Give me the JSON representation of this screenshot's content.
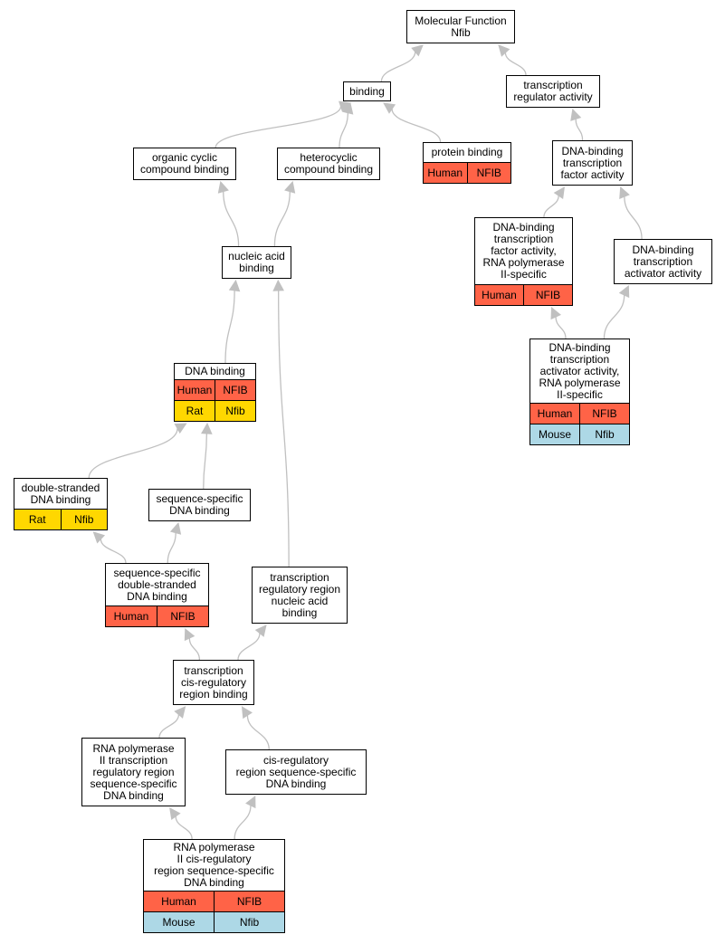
{
  "colors": {
    "Human": "#ff6347",
    "Rat": "#ffd700",
    "Mouse": "#add8e6",
    "edge": "#c0c0c0",
    "node_border": "#000000"
  },
  "nodes": [
    {
      "id": "mf",
      "label": "Molecular Function\nNfib",
      "rows": []
    },
    {
      "id": "binding",
      "label": "binding",
      "rows": []
    },
    {
      "id": "tra",
      "label": "transcription\nregulator activity",
      "rows": []
    },
    {
      "id": "ocb",
      "label": "organic cyclic\ncompound binding",
      "rows": []
    },
    {
      "id": "hcb",
      "label": "heterocyclic\ncompound binding",
      "rows": []
    },
    {
      "id": "pb",
      "label": "protein binding",
      "rows": [
        {
          "org": "Human",
          "gene": "NFIB"
        }
      ]
    },
    {
      "id": "dbtfa",
      "label": "DNA-binding\ntranscription\nfactor activity",
      "rows": []
    },
    {
      "id": "dbtfa2",
      "label": "DNA-binding\ntranscription\nfactor activity,\nRNA polymerase\nII-specific",
      "rows": [
        {
          "org": "Human",
          "gene": "NFIB"
        }
      ]
    },
    {
      "id": "dbtaa",
      "label": "DNA-binding\ntranscription\nactivator activity",
      "rows": []
    },
    {
      "id": "nab",
      "label": "nucleic acid\nbinding",
      "rows": []
    },
    {
      "id": "dbtaa2",
      "label": "DNA-binding\ntranscription\nactivator activity,\nRNA polymerase\nII-specific",
      "rows": [
        {
          "org": "Human",
          "gene": "NFIB"
        },
        {
          "org": "Mouse",
          "gene": "Nfib"
        }
      ]
    },
    {
      "id": "dnab",
      "label": "DNA binding",
      "rows": [
        {
          "org": "Human",
          "gene": "NFIB"
        },
        {
          "org": "Rat",
          "gene": "Nfib"
        }
      ]
    },
    {
      "id": "dsdb",
      "label": "double-stranded\nDNA binding",
      "rows": [
        {
          "org": "Rat",
          "gene": "Nfib"
        }
      ]
    },
    {
      "id": "ssdb",
      "label": "sequence-specific\nDNA binding",
      "rows": []
    },
    {
      "id": "ssdsdb",
      "label": "sequence-specific\ndouble-stranded\nDNA binding",
      "rows": [
        {
          "org": "Human",
          "gene": "NFIB"
        }
      ]
    },
    {
      "id": "trrnab",
      "label": "transcription\nregulatory region\nnucleic acid\nbinding",
      "rows": []
    },
    {
      "id": "tcrb",
      "label": "transcription\ncis-regulatory\nregion binding",
      "rows": []
    },
    {
      "id": "rp2trr",
      "label": "RNA polymerase\nII transcription\nregulatory region\nsequence-specific\nDNA binding",
      "rows": []
    },
    {
      "id": "crrssdb",
      "label": "cis-regulatory\nregion sequence-specific\nDNA binding",
      "rows": []
    },
    {
      "id": "rp2crr",
      "label": "RNA polymerase\nII cis-regulatory\nregion sequence-specific\nDNA binding",
      "rows": [
        {
          "org": "Human",
          "gene": "NFIB"
        },
        {
          "org": "Mouse",
          "gene": "Nfib"
        }
      ]
    }
  ],
  "edges": [
    [
      "binding",
      "mf"
    ],
    [
      "tra",
      "mf"
    ],
    [
      "ocb",
      "binding"
    ],
    [
      "hcb",
      "binding"
    ],
    [
      "pb",
      "binding"
    ],
    [
      "dbtfa",
      "tra"
    ],
    [
      "dbtfa2",
      "dbtfa"
    ],
    [
      "dbtaa",
      "dbtfa"
    ],
    [
      "nab",
      "ocb"
    ],
    [
      "nab",
      "hcb"
    ],
    [
      "dbtaa2",
      "dbtfa2"
    ],
    [
      "dbtaa2",
      "dbtaa"
    ],
    [
      "dnab",
      "nab"
    ],
    [
      "trrnab",
      "nab"
    ],
    [
      "dsdb",
      "dnab"
    ],
    [
      "ssdb",
      "dnab"
    ],
    [
      "ssdsdb",
      "dsdb"
    ],
    [
      "ssdsdb",
      "ssdb"
    ],
    [
      "tcrb",
      "ssdsdb"
    ],
    [
      "tcrb",
      "trrnab"
    ],
    [
      "rp2trr",
      "tcrb"
    ],
    [
      "crrssdb",
      "tcrb"
    ],
    [
      "rp2crr",
      "rp2trr"
    ],
    [
      "rp2crr",
      "crrssdb"
    ]
  ]
}
